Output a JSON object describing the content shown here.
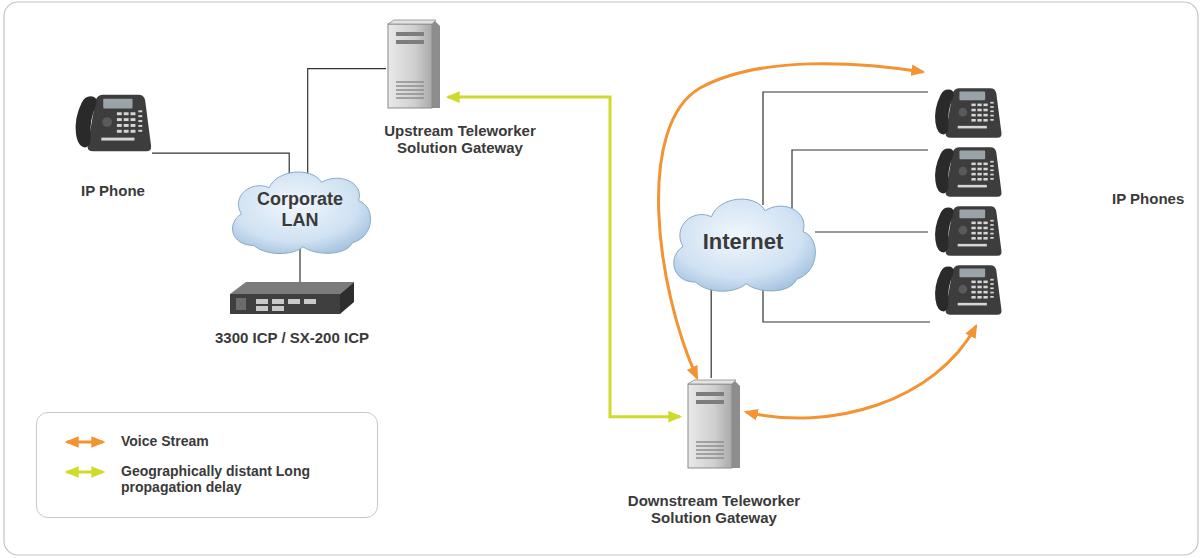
{
  "diagram": {
    "nodes": [
      {
        "text": [
          "IP Phone"
        ]
      },
      {
        "text": [
          "Upstream Teleworker Solution Gateway"
        ]
      },
      {
        "text": [
          "Corporate LAN"
        ]
      },
      {
        "text": [
          "3300 ICP / SX-200 ICP"
        ]
      },
      {
        "text": [
          "Internet"
        ]
      },
      {
        "text": [
          "Downstream Teleworker Solution Gateway"
        ]
      }
    ],
    "edges": [
      {
        "from": 0,
        "to": 2,
        "arrow": "none"
      },
      {
        "from": 2,
        "to": 1,
        "arrow": "none"
      },
      {
        "from": 2,
        "to": 3,
        "arrow": "none"
      },
      {
        "from": 1,
        "to": 5,
        "arrow": "both"
      },
      {
        "from": 4,
        "to": 5,
        "arrow": "none"
      }
    ],
    "labels": [
      "IP Phones"
    ],
    "legend": [
      {
        "text": "Voice Stream"
      },
      {
        "text": "Geographically distant Long propagation delay"
      }
    ]
  }
}
